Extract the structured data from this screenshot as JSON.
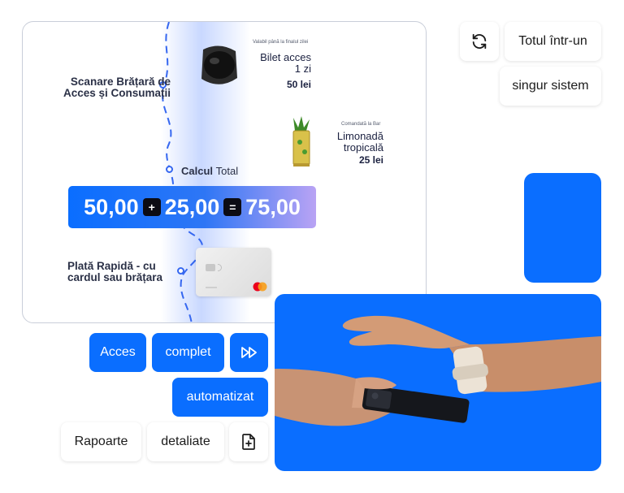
{
  "flow": {
    "step_scan": "Scanare Brățară de Acces și Consumații",
    "step_calc_bold": "Calcul",
    "step_calc_rest": "Total",
    "step_pay": "Plată Rapidă - cu cardul sau brățara",
    "ticket": {
      "note": "Valabil până la finalul zilei",
      "name_line1": "Bilet acces",
      "name_line2": "1 zi",
      "price": "50 lei"
    },
    "drink": {
      "note": "Comandată la Bar",
      "name_line1": "Limonadă",
      "name_line2": "tropicală",
      "price": "25 lei"
    },
    "total": {
      "a": "50,00",
      "plus": "+",
      "b": "25,00",
      "equals": "=",
      "result": "75,00"
    }
  },
  "pills": {
    "top1": "Totul într-un",
    "top2": "singur sistem",
    "acces": "Acces",
    "complet": "complet",
    "automatizat": "automatizat",
    "rapoarte": "Rapoarte",
    "detaliate": "detaliate"
  },
  "colors": {
    "accent": "#0A6EFF",
    "flow_line": "#3567F0",
    "dark_op": "#0C0C14"
  },
  "icons": {
    "refresh": "refresh-icon",
    "fast_forward": "fast-forward-icon",
    "file_add": "file-plus-icon",
    "wristband": "wristband-icon",
    "drink": "cocktail-icon",
    "card": "bank-card-icon",
    "photo": "wristband-payment-photo"
  }
}
